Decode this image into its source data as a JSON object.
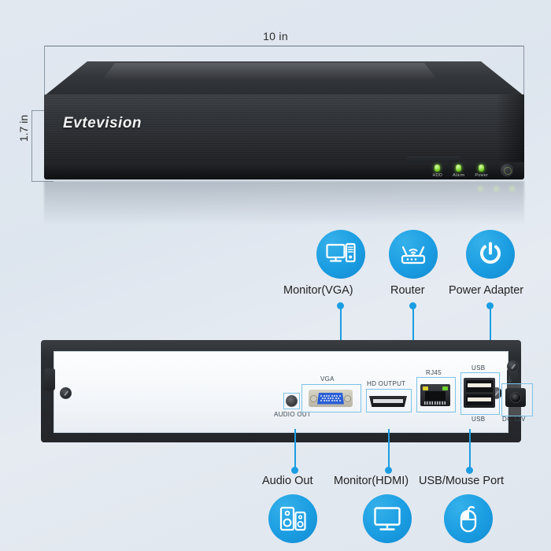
{
  "product": {
    "brand": "Evtevision",
    "front_leds": [
      {
        "name": "HDD",
        "color": "#7bd12a"
      },
      {
        "name": "Alarm",
        "color": "#7bd12a"
      },
      {
        "name": "Power",
        "color": "#7bd12a"
      }
    ]
  },
  "dimensions": {
    "width_label": "10 in",
    "height_label": "1.7 in"
  },
  "callouts_top": [
    {
      "id": "monitor-vga",
      "label": "Monitor(VGA)",
      "icon": "desktop-computer-icon"
    },
    {
      "id": "router",
      "label": "Router",
      "icon": "router-icon"
    },
    {
      "id": "power-adapter",
      "label": "Power Adapter",
      "icon": "power-button-icon"
    }
  ],
  "callouts_bottom": [
    {
      "id": "audio-out",
      "label": "Audio Out",
      "icon": "speakers-icon"
    },
    {
      "id": "monitor-hdmi",
      "label": "Monitor(HDMI)",
      "icon": "monitor-icon"
    },
    {
      "id": "usb-mouse-port",
      "label": "USB/Mouse Port",
      "icon": "mouse-icon"
    }
  ],
  "rear_ports": [
    {
      "id": "audio-out-jack",
      "label": "AUDIO OUT"
    },
    {
      "id": "vga-port",
      "label": "VGA"
    },
    {
      "id": "hdmi-port",
      "label": "HD OUTPUT"
    },
    {
      "id": "rj45-port",
      "label": "RJ45"
    },
    {
      "id": "usb-port-top",
      "label": "USB"
    },
    {
      "id": "usb-port-bottom",
      "label": "USB"
    },
    {
      "id": "dc-power-port",
      "label": "DC 12V"
    }
  ],
  "colors": {
    "accent_blue": "#1b9de2",
    "background": "#dfe6ef",
    "chassis_dark": "#2a2d31",
    "led_green": "#7bd12a"
  }
}
